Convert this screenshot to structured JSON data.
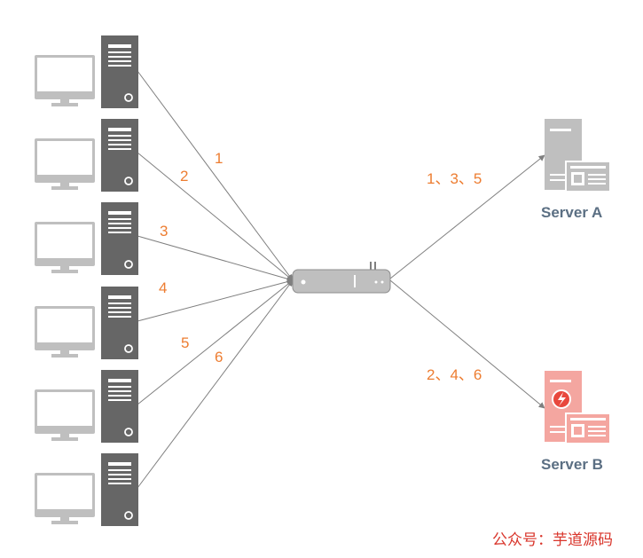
{
  "link_labels": [
    "1",
    "2",
    "3",
    "4",
    "5",
    "6"
  ],
  "servers": [
    {
      "label": "Server A",
      "route_label": "1、3、5",
      "icon": "server-a-icon",
      "color": "#bfbfbf"
    },
    {
      "label": "Server B",
      "route_label": "2、4、6",
      "icon": "server-b-fault-icon",
      "color": "#f4a6a0"
    }
  ],
  "watermark": "公众号：芋道源码",
  "colors": {
    "accent": "#ed7d31",
    "server_label": "#5b6f83",
    "tower": "#666666",
    "monitor": "#bfbfbf",
    "watermark": "#d9352b"
  }
}
